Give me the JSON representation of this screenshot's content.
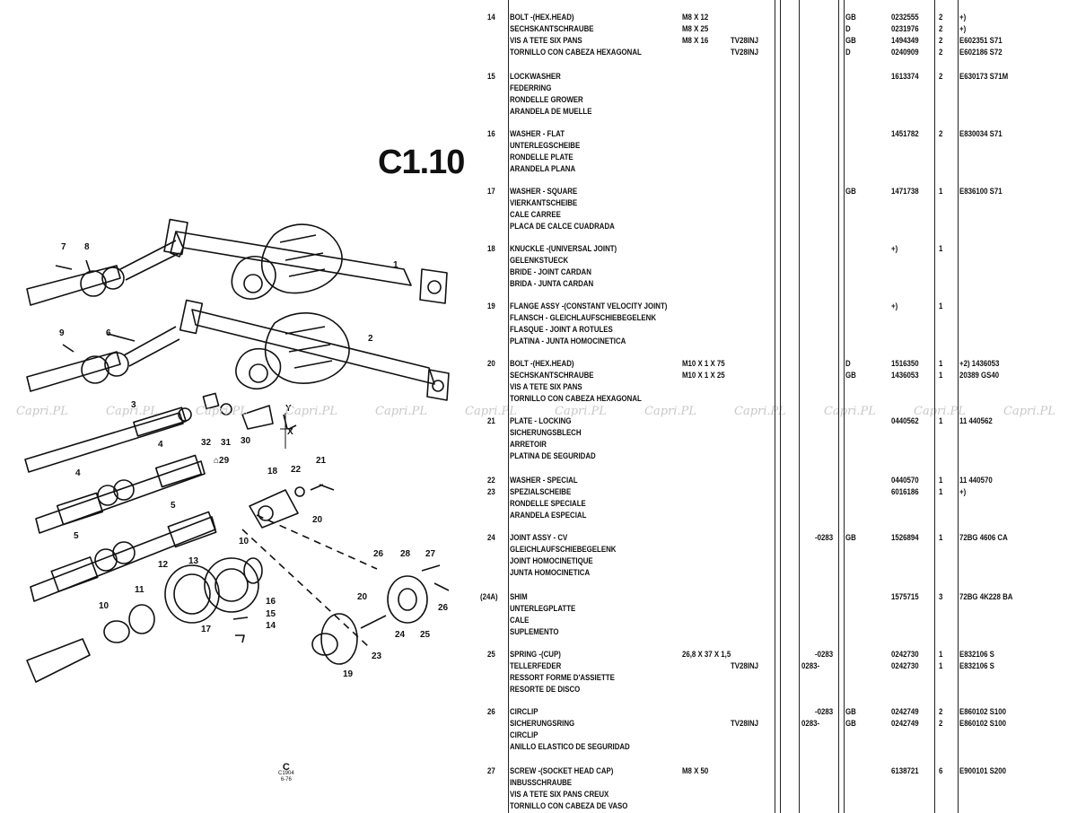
{
  "section_code": "C1.10",
  "watermark": "Capri.PL",
  "stamp_text": [
    "C",
    "C1904",
    "6-76"
  ],
  "callouts": [
    "1",
    "2",
    "3",
    "4",
    "4",
    "5",
    "5",
    "6",
    "7",
    "8",
    "9",
    "10",
    "10",
    "11",
    "12",
    "13",
    "14",
    "15",
    "16",
    "17",
    "18",
    "19",
    "20",
    "20",
    "21",
    "22",
    "23",
    "24",
    "25",
    "26",
    "26",
    "27",
    "28",
    "30",
    "31",
    "32",
    "⌂ 29"
  ],
  "entries": [
    {
      "ref": "14",
      "lines": [
        "BOLT -(HEX.HEAD)",
        "SECHSKANTSCHRAUBE",
        "VIS A TETE SIX PANS",
        "TORNILLO CON CABEZA HEXAGONAL"
      ],
      "specs": [
        "M8 X 12",
        "M8 X 25",
        "M8 X 16",
        ""
      ],
      "models": [
        "",
        "",
        "TV28INJ",
        "TV28INJ"
      ],
      "from": [
        "",
        "",
        "",
        ""
      ],
      "to": [
        "",
        "",
        "",
        ""
      ],
      "market": [
        "GB",
        "D",
        "GB",
        "D"
      ],
      "part_numbers": [
        "0232555",
        "0231976",
        "1494349",
        "0240909"
      ],
      "qty": [
        "2",
        "2",
        "2",
        "2"
      ],
      "notes": [
        "+)",
        "+)",
        "E602351 S71",
        "E602186 S72"
      ]
    },
    {
      "ref": "15",
      "lines": [
        "LOCKWASHER",
        "FEDERRING",
        "RONDELLE GROWER",
        "ARANDELA DE MUELLE"
      ],
      "specs": [],
      "models": [],
      "from": [],
      "to": [],
      "market": [],
      "part_numbers": [
        "1613374"
      ],
      "qty": [
        "2"
      ],
      "notes": [
        "E630173 S71M"
      ]
    },
    {
      "ref": "16",
      "lines": [
        "WASHER - FLAT",
        "UNTERLEGSCHEIBE",
        "RONDELLE PLATE",
        "ARANDELA PLANA"
      ],
      "specs": [],
      "models": [],
      "from": [],
      "to": [],
      "market": [],
      "part_numbers": [
        "1451782"
      ],
      "qty": [
        "2"
      ],
      "notes": [
        "E830034 S71"
      ]
    },
    {
      "ref": "17",
      "lines": [
        "WASHER - SQUARE",
        "VIERKANTSCHEIBE",
        "CALE CARREE",
        "PLACA DE CALCE CUADRADA"
      ],
      "specs": [],
      "models": [],
      "from": [],
      "to": [],
      "market": [
        "GB"
      ],
      "part_numbers": [
        "1471738"
      ],
      "qty": [
        "1"
      ],
      "notes": [
        "E836100 S71"
      ]
    },
    {
      "ref": "18",
      "lines": [
        "KNUCKLE -(UNIVERSAL JOINT)",
        "GELENKSTUECK",
        "BRIDE - JOINT CARDAN",
        "BRIDA - JUNTA CARDAN"
      ],
      "specs": [],
      "models": [],
      "from": [],
      "to": [],
      "market": [],
      "part_numbers": [
        "+)"
      ],
      "qty": [
        "1"
      ],
      "notes": []
    },
    {
      "ref": "19",
      "lines": [
        "FLANGE ASSY -(CONSTANT VELOCITY JOINT)",
        "FLANSCH - GLEICHLAUFSCHIEBEGELENK",
        "FLASQUE - JOINT A ROTULES",
        "PLATINA - JUNTA HOMOCINETICA"
      ],
      "specs": [],
      "models": [],
      "from": [],
      "to": [],
      "market": [],
      "part_numbers": [
        "+)"
      ],
      "qty": [
        "1"
      ],
      "notes": []
    },
    {
      "ref": "20",
      "lines": [
        "BOLT -(HEX.HEAD)",
        "SECHSKANTSCHRAUBE",
        "VIS A TETE SIX PANS",
        "TORNILLO CON CABEZA HEXAGONAL"
      ],
      "specs": [
        "M10 X 1 X 75",
        "M10 X 1 X 25"
      ],
      "models": [],
      "from": [],
      "to": [],
      "market": [
        "D",
        "GB"
      ],
      "part_numbers": [
        "1516350",
        "1436053"
      ],
      "qty": [
        "1",
        "1"
      ],
      "notes": [
        "+2) 1436053",
        "20389 GS40"
      ]
    },
    {
      "ref": "21",
      "lines": [
        "PLATE - LOCKING",
        "SICHERUNGSBLECH",
        "ARRETOIR",
        "PLATINA DE SEGURIDAD"
      ],
      "specs": [],
      "models": [],
      "from": [],
      "to": [],
      "market": [],
      "part_numbers": [
        "0440562"
      ],
      "qty": [
        "1"
      ],
      "notes": [
        "11 440562"
      ]
    },
    {
      "ref": "22",
      "ref2": "23",
      "lines": [
        "WASHER - SPECIAL",
        "SPEZIALSCHEIBE",
        "RONDELLE SPECIALE",
        "ARANDELA ESPECIAL"
      ],
      "specs": [],
      "models": [],
      "from": [],
      "to": [],
      "market": [],
      "part_numbers": [
        "0440570",
        "6016186"
      ],
      "qty": [
        "1",
        "1"
      ],
      "notes": [
        "11 440570",
        "+)"
      ]
    },
    {
      "ref": "24",
      "lines": [
        "JOINT ASSY - CV",
        "GLEICHLAUFSCHIEBEGELENK",
        "JOINT HOMOCINETIQUE",
        "JUNTA HOMOCINETICA"
      ],
      "specs": [],
      "models": [],
      "from": [],
      "to": [
        "-0283"
      ],
      "market": [
        "GB"
      ],
      "part_numbers": [
        "1526894"
      ],
      "qty": [
        "1"
      ],
      "notes": [
        "72BG 4606 CA"
      ]
    },
    {
      "ref": "(24A)",
      "lines": [
        "SHIM",
        "UNTERLEGPLATTE",
        "CALE",
        "SUPLEMENTO"
      ],
      "specs": [],
      "models": [],
      "from": [],
      "to": [],
      "market": [],
      "part_numbers": [
        "1575715"
      ],
      "qty": [
        "3"
      ],
      "notes": [
        "72BG 4K228 BA"
      ]
    },
    {
      "ref": "25",
      "lines": [
        "SPRING -(CUP)",
        "TELLERFEDER",
        "RESSORT FORME D'ASSIETTE",
        "RESORTE DE DISCO"
      ],
      "specs": [
        "26,8 X 37 X 1,5",
        ""
      ],
      "models": [
        "",
        "TV28INJ"
      ],
      "from": [
        "",
        "0283-"
      ],
      "to": [
        "-0283",
        ""
      ],
      "market": [],
      "part_numbers": [
        "0242730",
        "0242730"
      ],
      "qty": [
        "1",
        "1"
      ],
      "notes": [
        "E832106 S",
        "E832106 S"
      ]
    },
    {
      "ref": "26",
      "lines": [
        "CIRCLIP",
        "SICHERUNGSRING",
        "CIRCLIP",
        "ANILLO ELASTICO DE SEGURIDAD"
      ],
      "specs": [],
      "models": [
        "",
        "TV28INJ"
      ],
      "from": [
        "",
        "0283-"
      ],
      "to": [
        "-0283",
        ""
      ],
      "market": [
        "GB",
        "GB"
      ],
      "part_numbers": [
        "0242749",
        "0242749"
      ],
      "qty": [
        "2",
        "2"
      ],
      "notes": [
        "E860102 S100",
        "E860102 S100"
      ]
    },
    {
      "ref": "27",
      "lines": [
        "SCREW -(SOCKET HEAD CAP)",
        "INBUSSCHRAUBE",
        "VIS A TETE SIX PANS CREUX",
        "TORNILLO CON CABEZA DE VASO"
      ],
      "specs": [
        "M8 X 50"
      ],
      "models": [],
      "from": [],
      "to": [],
      "market": [],
      "part_numbers": [
        "6138721"
      ],
      "qty": [
        "6"
      ],
      "notes": [
        "E900101 S200"
      ]
    }
  ]
}
